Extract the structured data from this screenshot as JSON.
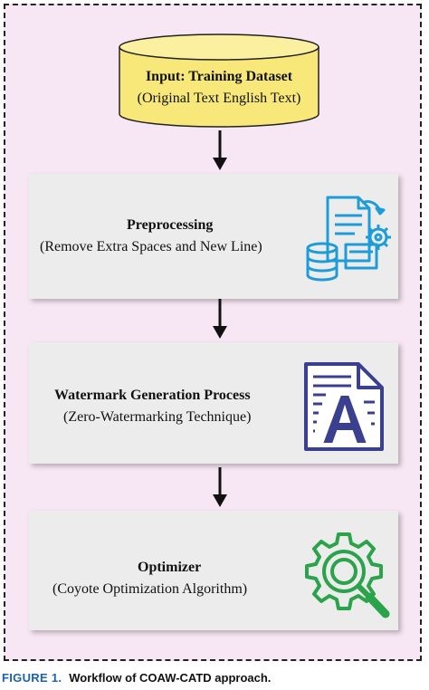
{
  "input": {
    "title": "Input: Training Dataset",
    "subtitle": "(Original Text English Text)"
  },
  "steps": [
    {
      "title": "Preprocessing",
      "subtitle": "(Remove Extra Spaces and New Line)",
      "icon": "document-gear-icon"
    },
    {
      "title": "Watermark Generation Process",
      "subtitle": "(Zero-Watermarking Technique)",
      "icon": "document-letter-a-icon"
    },
    {
      "title": "Optimizer",
      "subtitle": "(Coyote Optimization Algorithm)",
      "icon": "gear-magnifier-icon"
    }
  ],
  "caption": {
    "label": "FIGURE 1.",
    "text": "Workflow of COAW-CATD approach."
  },
  "colors": {
    "background": "#f7e6f4",
    "cylinder_fill": "#f8e87a",
    "step_fill": "#ececec",
    "icon_blue": "#1e9cd7",
    "icon_navy": "#3b3f8f",
    "icon_green": "#2aa34a",
    "caption_blue": "#1a63b0"
  }
}
